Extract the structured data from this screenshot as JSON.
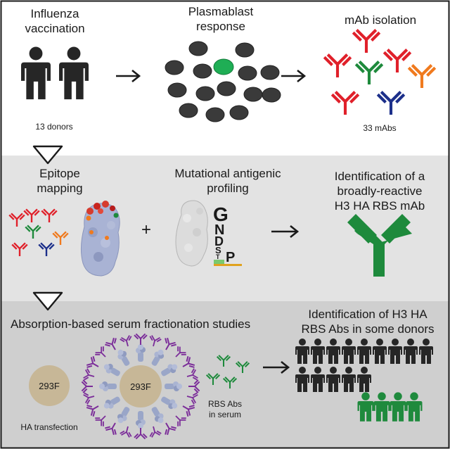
{
  "panel1": {
    "step1_line1": "Influenza",
    "step1_line2": "vaccination",
    "donors_label": "13 donors",
    "step2_line1": "Plasmablast",
    "step2_line2": "response",
    "step3_title": "mAb isolation",
    "mabs_label": "33 mAbs"
  },
  "panel2": {
    "epitope_line1": "Epitope",
    "epitope_line2": "mapping",
    "plus": "+",
    "mutational_line1": "Mutational antigenic",
    "mutational_line2": "profiling",
    "logo_letters": [
      "G",
      "N",
      "D",
      "S",
      "T",
      "P"
    ],
    "result_line1": "Identification of a",
    "result_line2": "broadly-reactive",
    "result_line3": "H3 HA RBS mAb"
  },
  "panel3": {
    "title": "Absorption-based serum fractionation studies",
    "cell_label": "293F",
    "cell_label2": "293F",
    "transfection_label": "HA transfection",
    "serum_line1": "RBS Abs",
    "serum_line2": "in serum",
    "result_line1": "Identification of H3 HA",
    "result_line2": "RBS Abs in some donors"
  },
  "colors": {
    "panel_top_bg": "#ffffff",
    "panel_mid_bg": "#e3e3e3",
    "panel_bottom_bg": "#cfcfcf",
    "border": "#1a1a1a",
    "antibody_red": "#e0202a",
    "antibody_green": "#1e8a3c",
    "antibody_navy": "#1c2f8a",
    "antibody_orange": "#f07a1e",
    "antibody_purple": "#7b2d99",
    "cell_fill": "#c7b797",
    "plasmablast_dark": "#3a3a3a",
    "plasmablast_green": "#1fae55",
    "people_dark": "#262626",
    "people_green": "#1f8a3d"
  }
}
